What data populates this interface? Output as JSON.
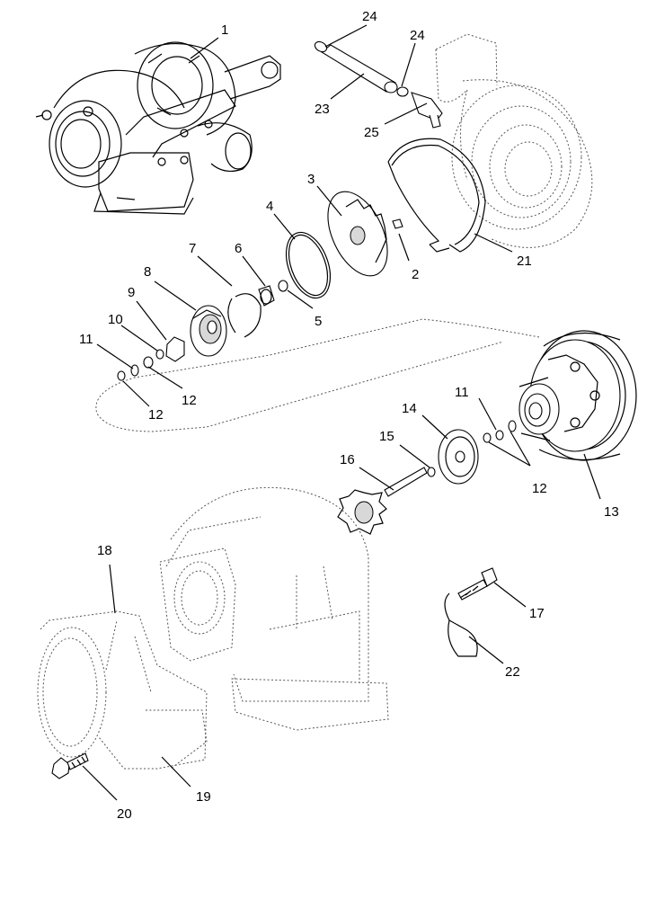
{
  "callouts": [
    {
      "id": "c1",
      "text": "1"
    },
    {
      "id": "c2",
      "text": "2"
    },
    {
      "id": "c3",
      "text": "3"
    },
    {
      "id": "c4",
      "text": "4"
    },
    {
      "id": "c5",
      "text": "5"
    },
    {
      "id": "c6",
      "text": "6"
    },
    {
      "id": "c7",
      "text": "7"
    },
    {
      "id": "c8",
      "text": "8"
    },
    {
      "id": "c9",
      "text": "9"
    },
    {
      "id": "c10",
      "text": "10"
    },
    {
      "id": "c11a",
      "text": "11"
    },
    {
      "id": "c12a",
      "text": "12"
    },
    {
      "id": "c12b",
      "text": "12"
    },
    {
      "id": "c11b",
      "text": "11"
    },
    {
      "id": "c12c",
      "text": "12"
    },
    {
      "id": "c13",
      "text": "13"
    },
    {
      "id": "c14",
      "text": "14"
    },
    {
      "id": "c15",
      "text": "15"
    },
    {
      "id": "c16",
      "text": "16"
    },
    {
      "id": "c17",
      "text": "17"
    },
    {
      "id": "c18",
      "text": "18"
    },
    {
      "id": "c19",
      "text": "19"
    },
    {
      "id": "c20",
      "text": "20"
    },
    {
      "id": "c21",
      "text": "21"
    },
    {
      "id": "c22",
      "text": "22"
    },
    {
      "id": "c23",
      "text": "23"
    },
    {
      "id": "c24a",
      "text": "24"
    },
    {
      "id": "c24b",
      "text": "24"
    },
    {
      "id": "c25",
      "text": "25"
    }
  ]
}
